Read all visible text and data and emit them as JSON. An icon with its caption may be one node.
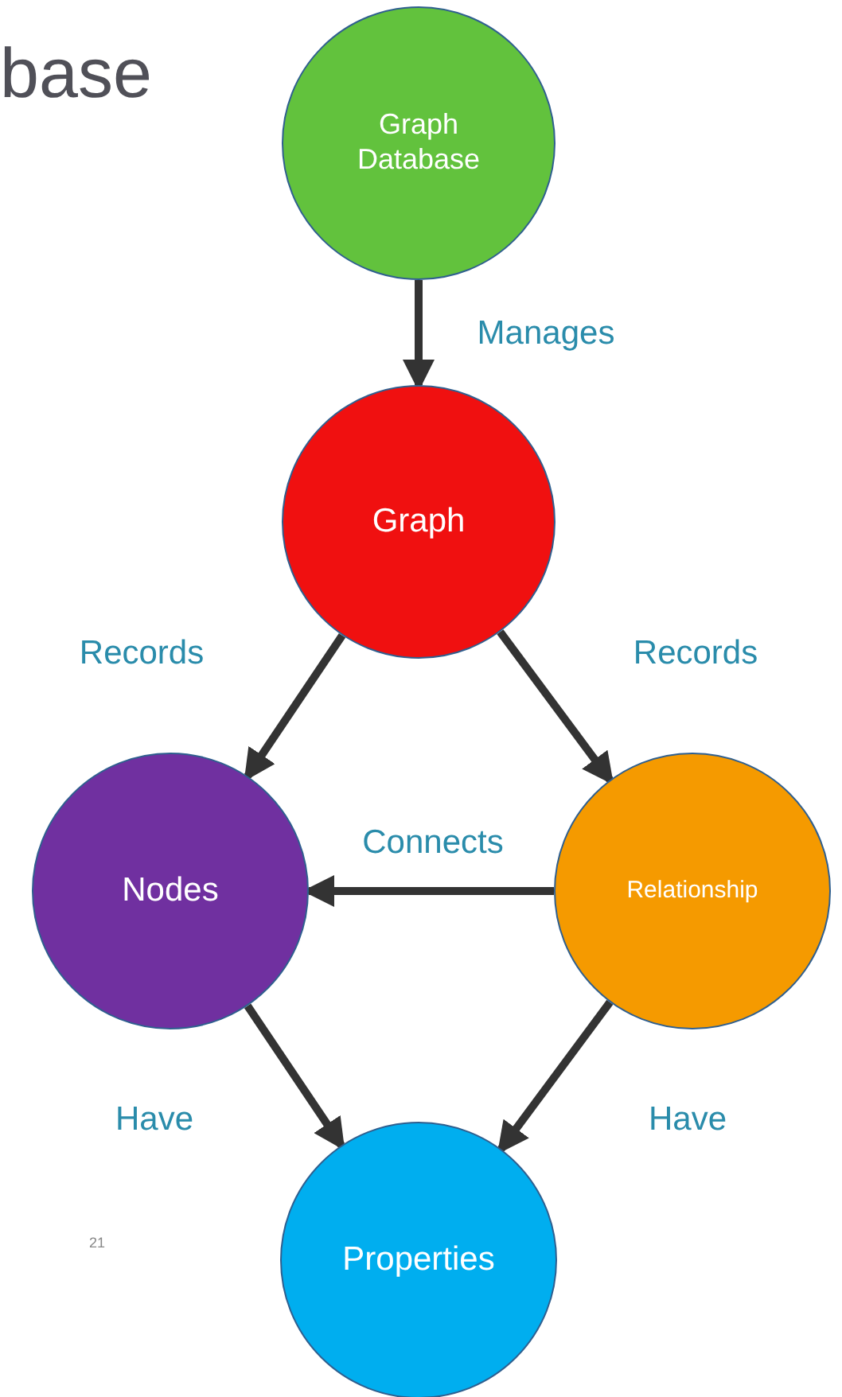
{
  "diagram": {
    "title": "base",
    "nodes": [
      {
        "text": [
          "Graph Database"
        ]
      },
      {
        "text": [
          "Graph"
        ]
      },
      {
        "text": [
          "Nodes"
        ]
      },
      {
        "text": [
          "Relationship"
        ]
      },
      {
        "text": [
          "Properties"
        ]
      }
    ],
    "edges": [
      {
        "from": 0,
        "to": 1,
        "arrow": "to",
        "label": "Manages"
      },
      {
        "from": 1,
        "to": 2,
        "arrow": "to",
        "label": "Records"
      },
      {
        "from": 1,
        "to": 3,
        "arrow": "to",
        "label": "Records"
      },
      {
        "from": 3,
        "to": 2,
        "arrow": "to",
        "label": "Connects"
      },
      {
        "from": 2,
        "to": 4,
        "arrow": "to",
        "label": "Have"
      },
      {
        "from": 3,
        "to": 4,
        "arrow": "to",
        "label": "Have"
      }
    ],
    "labels": [
      "21"
    ]
  }
}
